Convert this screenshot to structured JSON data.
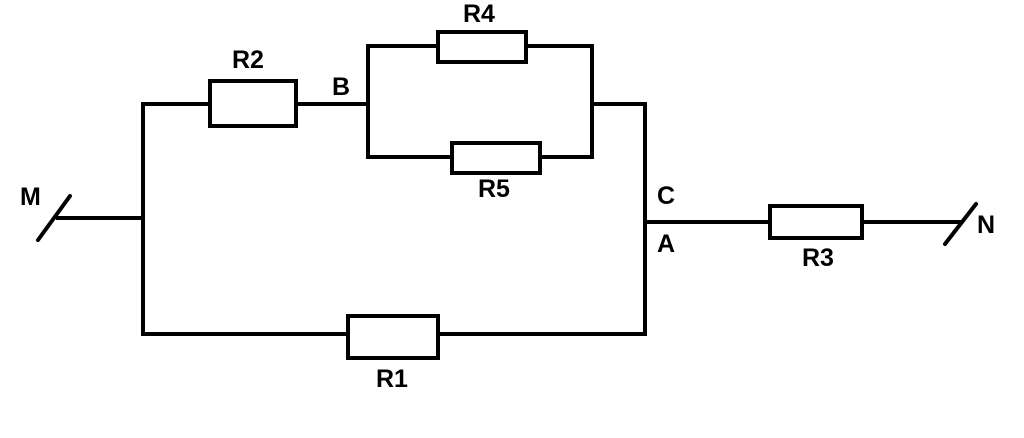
{
  "diagram": {
    "resistors": {
      "r1": "R1",
      "r2": "R2",
      "r3": "R3",
      "r4": "R4",
      "r5": "R5"
    },
    "nodes": {
      "m": "M",
      "n": "N",
      "b": "B",
      "c": "C",
      "a": "A"
    }
  }
}
